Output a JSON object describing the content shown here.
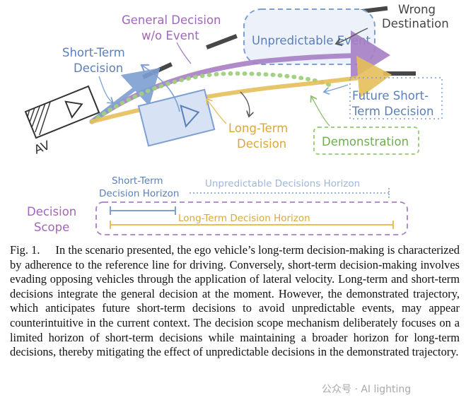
{
  "labels": {
    "wrong_destination": [
      "Wrong",
      "Destination"
    ],
    "general_decision": [
      "General Decision",
      "w/o Event"
    ],
    "unpredictable_event": "Unpredictable Event",
    "short_term_decision": [
      "Short-Term",
      "Decision"
    ],
    "future_short_term": [
      "Future Short-",
      "Term Decision"
    ],
    "long_term_decision": [
      "Long-Term",
      "Decision"
    ],
    "demonstration": "Demonstration",
    "av": "AV",
    "short_term_horizon": [
      "Short-Term",
      "Decision Horizon"
    ],
    "unpredictable_horizon": "Unpredictable Decisions Horizon",
    "decision_scope": [
      "Decision",
      "Scope"
    ],
    "long_term_horizon": "Long-Term Decision Horizon"
  },
  "colors": {
    "purple": "#a77fc4",
    "blue": "#7e9fd2",
    "yellow": "#e6bf5a",
    "green": "#9fcf7e",
    "gray_road": "#4a4a4a"
  },
  "caption": {
    "figure_label": "Fig. 1.",
    "text": "In the scenario presented, the ego vehicle’s long-term decision-making is characterized by adherence to the reference line for driving. Conversely, short-term decision-making involves evading opposing vehicles through the application of lateral velocity. Long-term and short-term decisions integrate the general decision at the moment. However, the demonstrated trajectory, which anticipates future short-term decisions to avoid unpredictable events, may appear counterintuitive in the current context. The decision scope mechanism deliberately focuses on a limited horizon of short-term decisions while maintaining a broader horizon for long-term decisions, thereby mitigating the effect of unpredictable decisions in the demonstrated trajectory."
  },
  "watermark": "公众号 · AI lighting"
}
